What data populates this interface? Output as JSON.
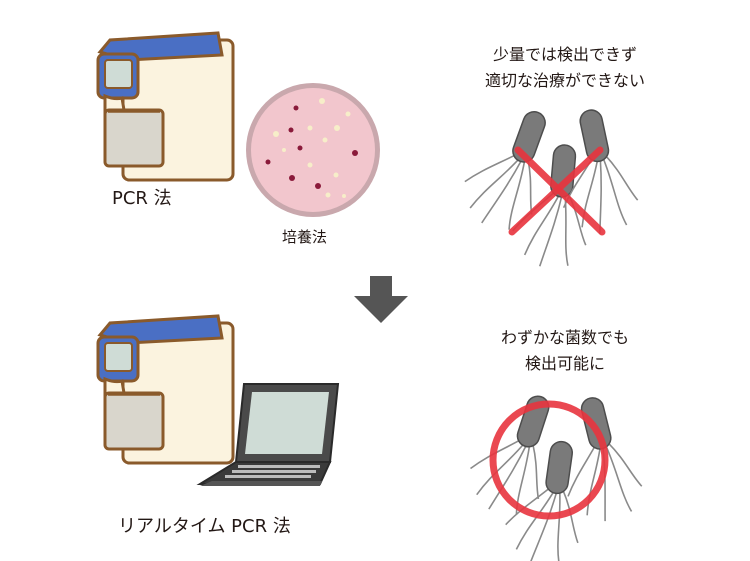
{
  "top": {
    "method_label": "PCR 法",
    "culture_label": "培養法",
    "result_line1": "少量では検出できず",
    "result_line2": "適切な治療ができない"
  },
  "bottom": {
    "method_label": "リアルタイム PCR 法",
    "result_line1": "わずかな菌数でも",
    "result_line2": "検出可能に"
  },
  "colors": {
    "machine_body": "#fbf3df",
    "machine_outline": "#8a5a2b",
    "machine_top": "#4a6fc4",
    "screen": "#cfdcd6",
    "dish": "#f2c6cd",
    "colony_dark": "#8a1a3a",
    "colony_light": "#f7eec9",
    "bacteria": "#7a7a7a",
    "cross": "#e8343e",
    "arrow": "#555555"
  }
}
